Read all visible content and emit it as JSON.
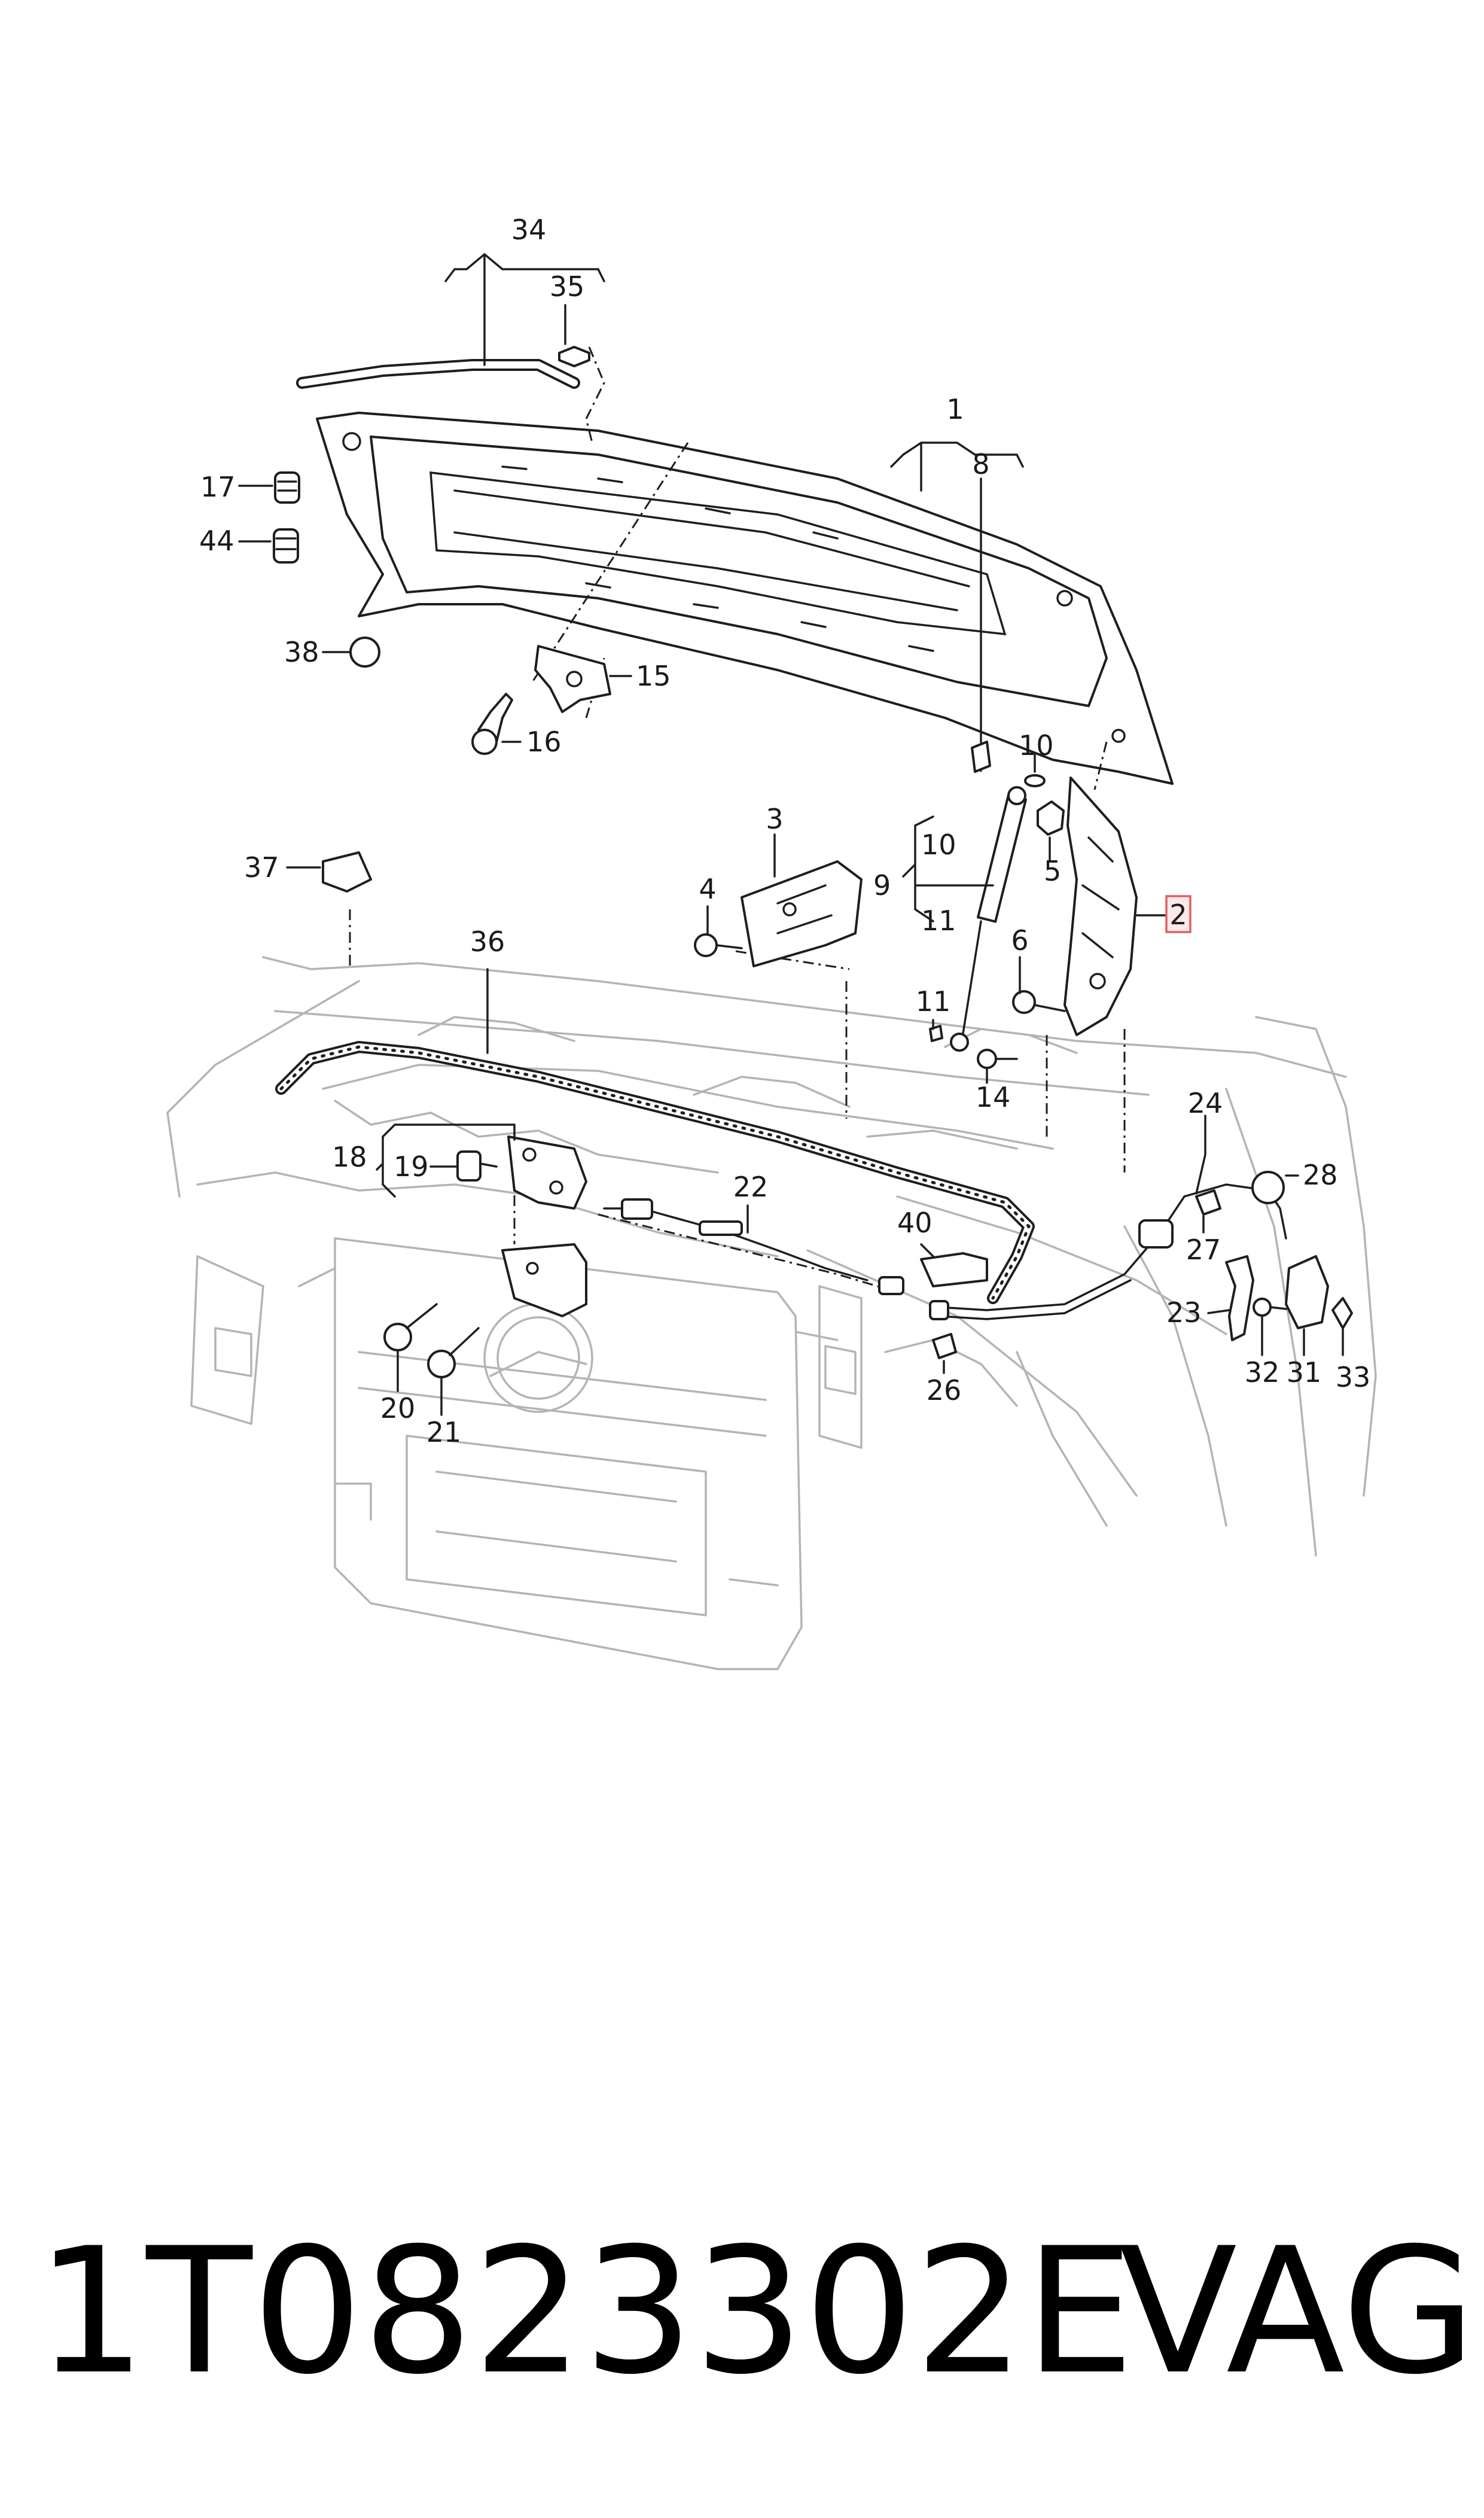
{
  "labels": {
    "l1": "1",
    "l2": "2",
    "l3": "3",
    "l4": "4",
    "l5": "5",
    "l6": "6",
    "l8": "8",
    "l9": "9",
    "l10a": "10",
    "l10b": "10",
    "l11a": "11",
    "l11b": "11",
    "l14": "14",
    "l15": "15",
    "l16": "16",
    "l17": "17",
    "l18": "18",
    "l19": "19",
    "l20": "20",
    "l21": "21",
    "l22": "22",
    "l23": "23",
    "l24": "24",
    "l26": "26",
    "l27": "27",
    "l28": "28",
    "l31": "31",
    "l32": "32",
    "l33": "33",
    "l34": "34",
    "l35": "35",
    "l36": "36",
    "l37": "37",
    "l38": "38",
    "l40": "40",
    "l44": "44"
  },
  "highlighted_part": "2",
  "colors": {
    "highlight_fill": "#fde9e9",
    "highlight_stroke": "#e06060",
    "ink": "#1e1e1e",
    "background_lines": "#b4b4b4"
  },
  "caption": {
    "part_number": "1T0823302E",
    "brand": "VAG"
  }
}
